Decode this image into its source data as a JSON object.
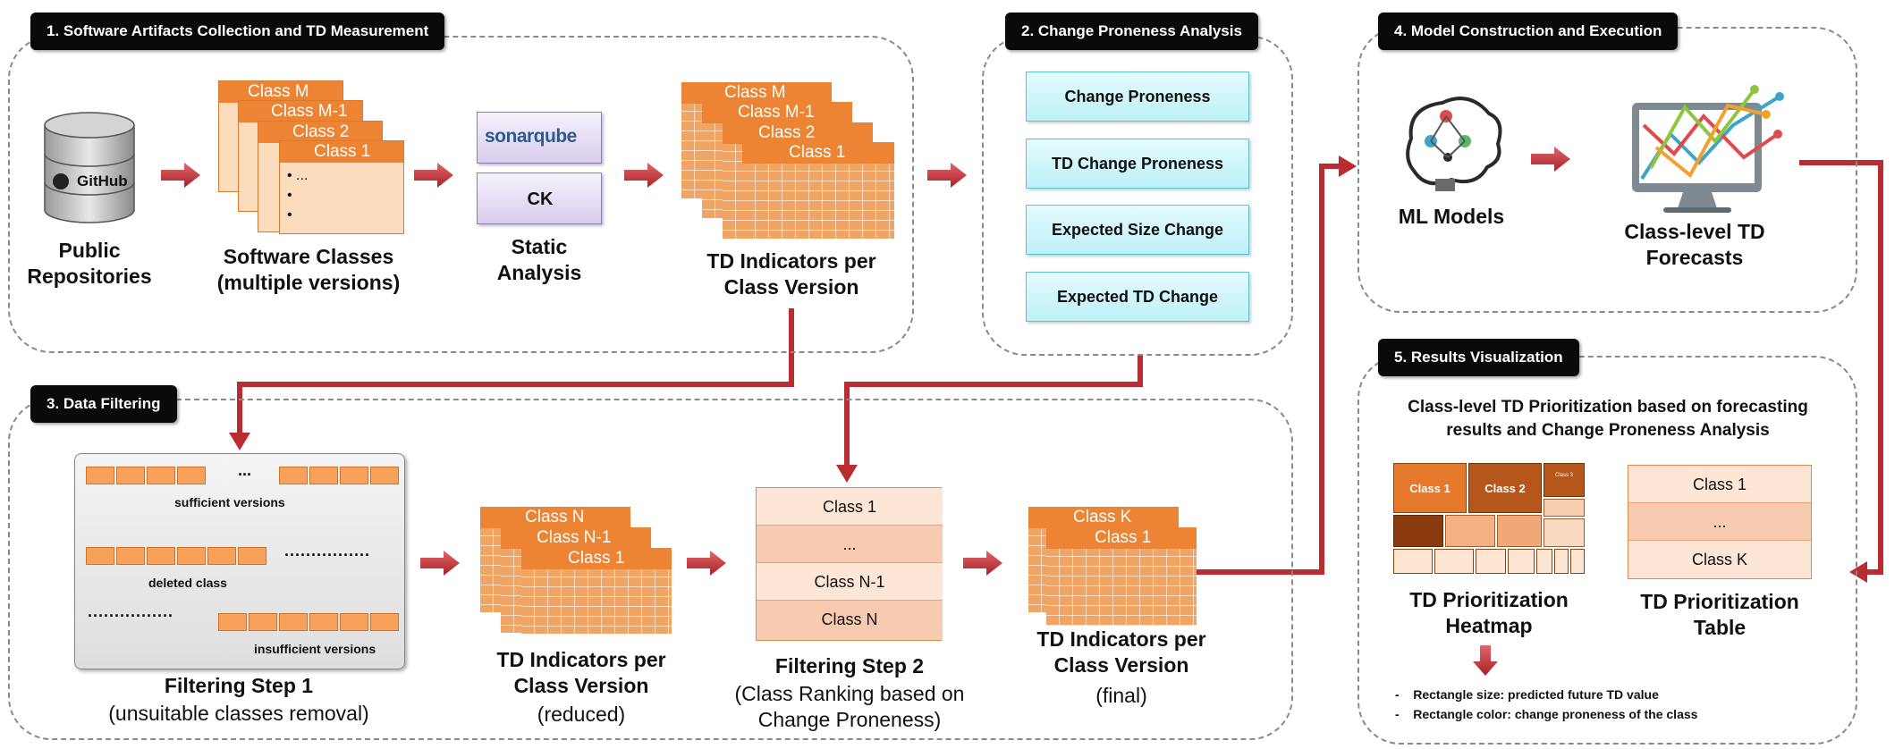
{
  "sections": {
    "s1": "1. Software Artifacts Collection and TD Measurement",
    "s2": "2. Change Proneness Analysis",
    "s3": "3. Data  Filtering",
    "s4": "4. Model Construction and Execution",
    "s5": "5. Results Visualization"
  },
  "stage1": {
    "github": "GitHub",
    "repos_label_1": "Public",
    "repos_label_2": "Repositories",
    "class_cards": [
      "Class M",
      "Class M-1",
      "Class 2",
      "Class 1"
    ],
    "ellipsis": "...",
    "classes_label_1": "Software Classes",
    "classes_label_2": "(multiple versions)",
    "sonar": "sonarqube",
    "ck": "CK",
    "static_label_1": "Static",
    "static_label_2": "Analysis",
    "td_cards": [
      "Class M",
      "Class M-1",
      "Class 2",
      "Class 1"
    ],
    "td_label_1": "TD Indicators per",
    "td_label_2": "Class Version"
  },
  "stage2": {
    "metrics": [
      "Change Proneness",
      "TD Change Proneness",
      "Expected Size Change",
      "Expected TD Change"
    ]
  },
  "stage3": {
    "sufficient": "sufficient versions",
    "deleted": "deleted class",
    "insufficient": "insufficient versions",
    "ellipsis": "...",
    "dots": "................",
    "step1_label": "Filtering Step 1",
    "step1_sub": "(unsuitable classes removal)",
    "reduced_cards": [
      "Class N",
      "Class N-1",
      "Class 1"
    ],
    "reduced_label_1": "TD Indicators per",
    "reduced_label_2": "Class Version",
    "reduced_sub": "(reduced)",
    "ranking": [
      "Class 1",
      "...",
      "Class N-1",
      "Class N"
    ],
    "step2_label": "Filtering Step 2",
    "step2_sub_1": "(Class Ranking based on",
    "step2_sub_2": "Change Proneness)",
    "final_cards": [
      "Class K",
      "Class 1"
    ],
    "final_label_1": "TD Indicators per",
    "final_label_2": "Class Version",
    "final_sub": "(final)"
  },
  "stage4": {
    "ml_label": "ML Models",
    "forecast_label_1": "Class-level TD",
    "forecast_label_2": "Forecasts"
  },
  "stage5": {
    "title_1": "Class-level TD Prioritization based on forecasting",
    "title_2": "results and Change Proneness Analysis",
    "heat_class1": "Class 1",
    "heat_class2": "Class 2",
    "heat_class3": "Class 3",
    "heat_label_1": "TD Prioritization",
    "heat_label_2": "Heatmap",
    "table_rows": [
      "Class 1",
      "...",
      "Class K"
    ],
    "table_label_1": "TD Prioritization",
    "table_label_2": "Table",
    "note_1": "Rectangle size: predicted future TD value",
    "note_2": "Rectangle color: change proneness of the class",
    "dash": "-"
  },
  "colors": {
    "orange": "#ec8433",
    "light_orange": "#f8d7b8",
    "arrow_red": "#c8373d",
    "cyan": "#bdf0f7",
    "purple": "#d9cdee"
  }
}
